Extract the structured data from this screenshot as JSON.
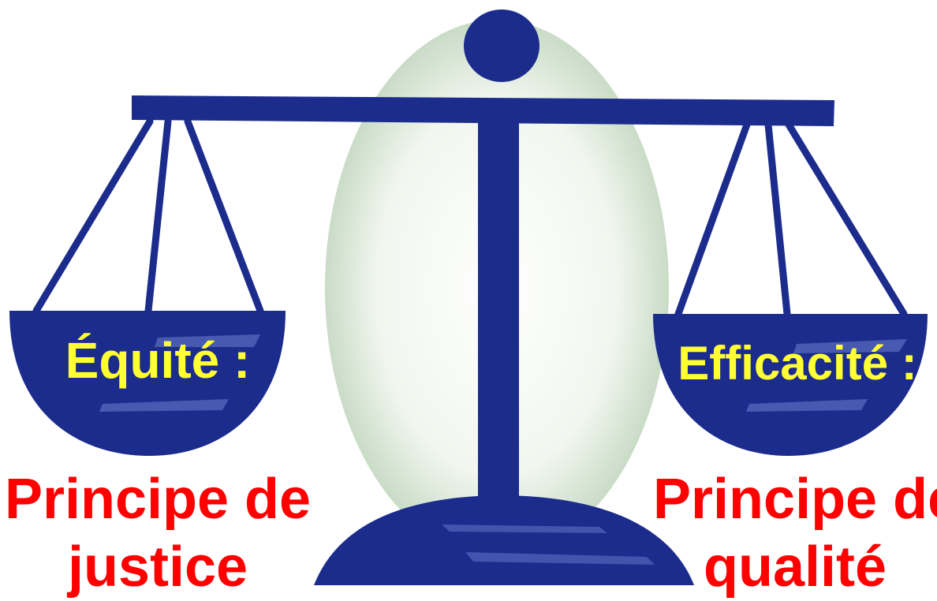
{
  "colors": {
    "scale": "#1c2c8c",
    "halo": "#c9dcc6",
    "pan_label": "#ffff33",
    "caption": "#ff0000",
    "background": "#ffffff"
  },
  "left": {
    "pan_label": "Équité :",
    "caption_line1": "Principe de",
    "caption_line2": "justice"
  },
  "right": {
    "pan_label": "Efficacité :",
    "caption_line1": "Principe de",
    "caption_line2": "qualité"
  }
}
